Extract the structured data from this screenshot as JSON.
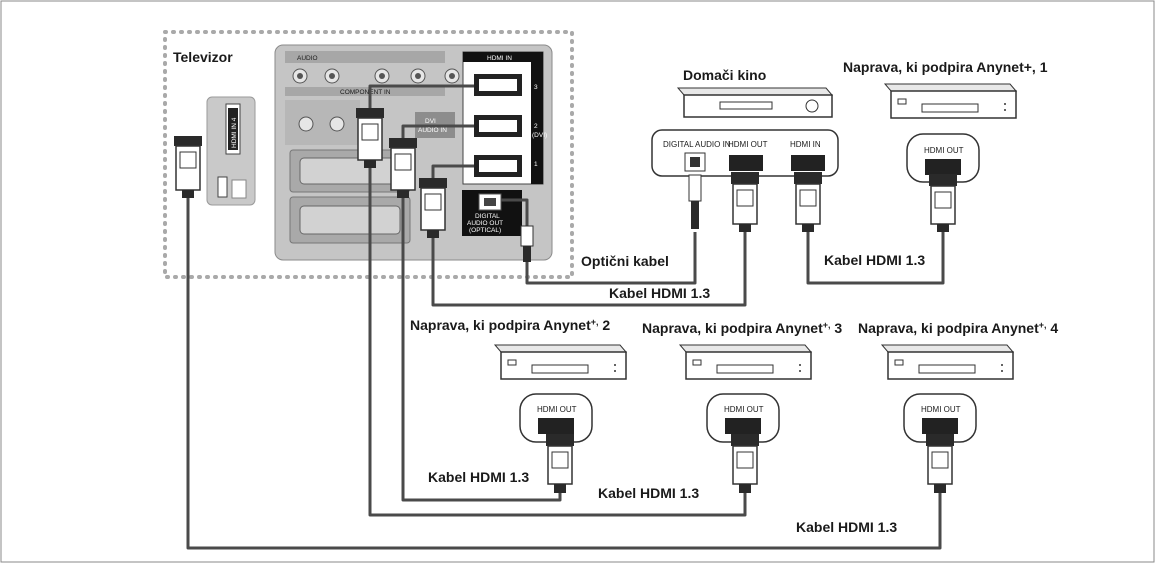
{
  "labels": {
    "tv": "Televizor",
    "home_theater": "Domači kino",
    "device1": "Naprava, ki podpira Anynet+, 1",
    "device2_main": "Naprava, ki podpira Anynet",
    "device2_sup": "+,",
    "device2_num": " 2",
    "device3_main": "Naprava,  ki podpira Anynet",
    "device3_sup": "+,",
    "device3_num": " 3",
    "device4_main": "Naprava, ki podpira Anynet",
    "device4_sup": "+,",
    "device4_num": " 4",
    "optical_cable": "Optični kabel",
    "cable_hdmi_1": "Kabel HDMI 1.3",
    "cable_hdmi_2": "Kabel HDMI 1.3",
    "cable_hdmi_3": "Kabel HDMI 1.3",
    "cable_hdmi_4": "Kabel HDMI 1.3",
    "cable_hdmi_5": "Kabel HDMI 1.3"
  },
  "ports": {
    "digital_audio_in": "DIGITAL AUDIO IN",
    "ht_hdmi_out": "HDMI OUT",
    "ht_hdmi_in": "HDMI IN",
    "dev1_hdmi_out": "HDMI OUT",
    "dev2_hdmi_out": "HDMI OUT",
    "dev3_hdmi_out": "HDMI OUT",
    "dev4_hdmi_out": "HDMI OUT"
  },
  "tv_panel": {
    "hdmi_in": "HDMI IN",
    "port3": "3",
    "port2": "2",
    "port2_sub": "(DVI)",
    "port1": "1",
    "audio": "AUDIO",
    "component_in": "COMPONENT IN",
    "dvi_audio_in_1": "DVI",
    "dvi_audio_in_2": "AUDIO IN",
    "digital_audio_out_1": "DIGITAL",
    "digital_audio_out_2": "AUDIO OUT",
    "digital_audio_out_3": "(OPTICAL)",
    "side_hdmi": "HDMI IN 4"
  }
}
